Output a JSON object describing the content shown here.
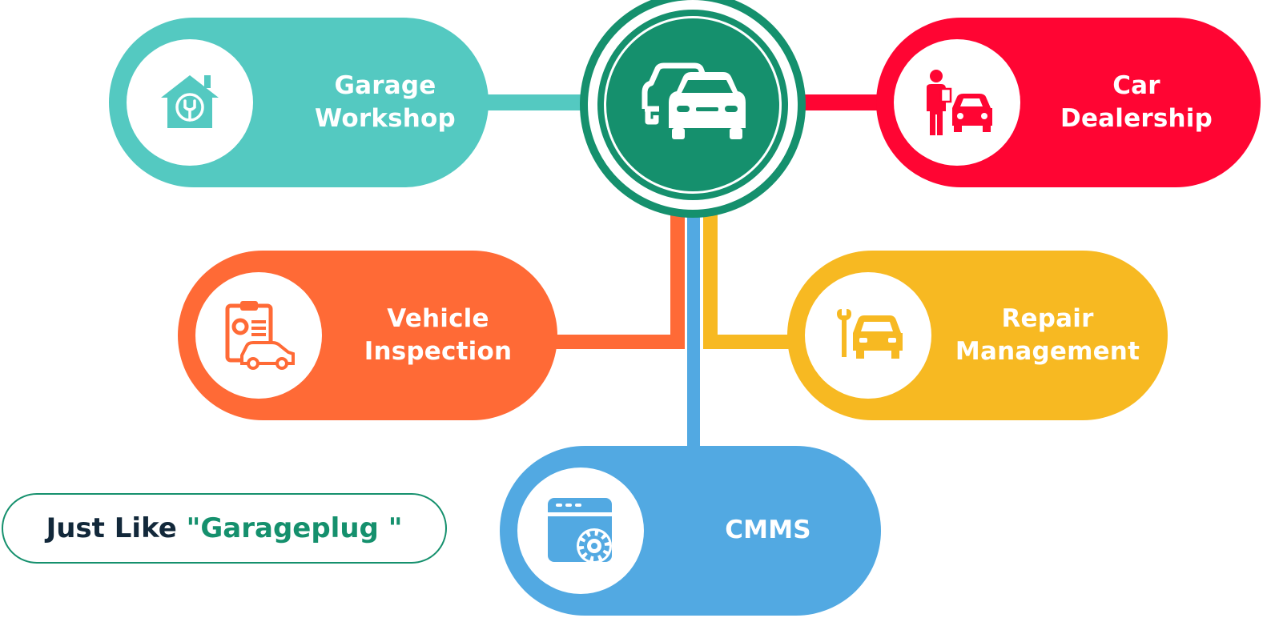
{
  "colors": {
    "hub": "#15906D",
    "garage": "#54C9C1",
    "dealer": "#FF0533",
    "inspection": "#FF6A36",
    "repair": "#F7B922",
    "cmms": "#52A9E2",
    "tagline_dark": "#12283A",
    "tagline_accent": "#15906D",
    "tagline_border": "#15906D"
  },
  "hub": {
    "icon": "two-cars-icon"
  },
  "nodes": {
    "garage": {
      "label": "Garage\nWorkshop",
      "icon": "house-wrench-icon"
    },
    "dealer": {
      "label": "Car\nDealership",
      "icon": "dealer-person-car-icon"
    },
    "inspection": {
      "label": "Vehicle\nInspection",
      "icon": "clipboard-car-icon"
    },
    "repair": {
      "label": "Repair\nManagement",
      "icon": "wrench-car-icon"
    },
    "cmms": {
      "label": "CMMS",
      "icon": "window-gear-icon"
    }
  },
  "tagline": {
    "prefix": "Just Like ",
    "highlight": "\"Garageplug \""
  }
}
